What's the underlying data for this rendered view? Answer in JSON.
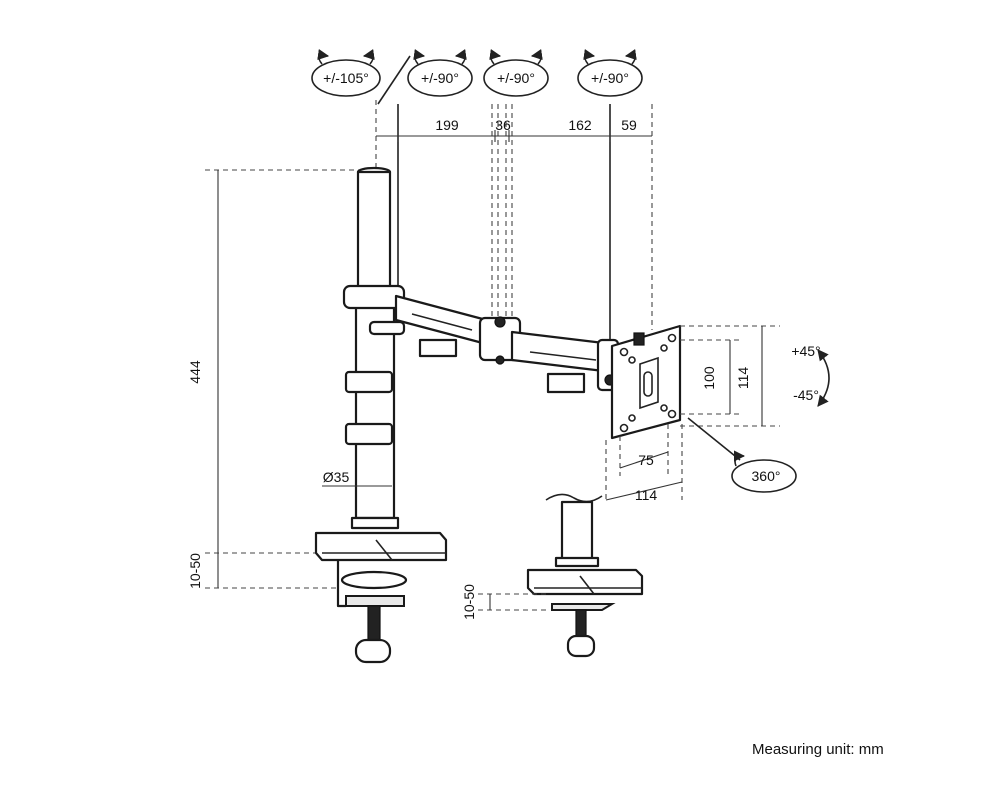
{
  "rotations": {
    "pole": "+/-105°",
    "arm_joint_1": "+/-90°",
    "arm_joint_2": "+/-90°",
    "head": "+/-90°"
  },
  "horizontal_dimensions": [
    "199",
    "36",
    "162",
    "59"
  ],
  "vertical_dimensions": {
    "pole_height": "444",
    "desk_thickness_left": "10-50",
    "desk_thickness_right": "10-50"
  },
  "pole_diameter": "Ø35",
  "vesa": {
    "height_inner": "100",
    "height_outer": "114",
    "width_inner": "75",
    "width_outer": "114"
  },
  "tilt": {
    "up": "+45°",
    "down": "-45°"
  },
  "rotation_360": "360°",
  "footnote": "Measuring unit: mm"
}
